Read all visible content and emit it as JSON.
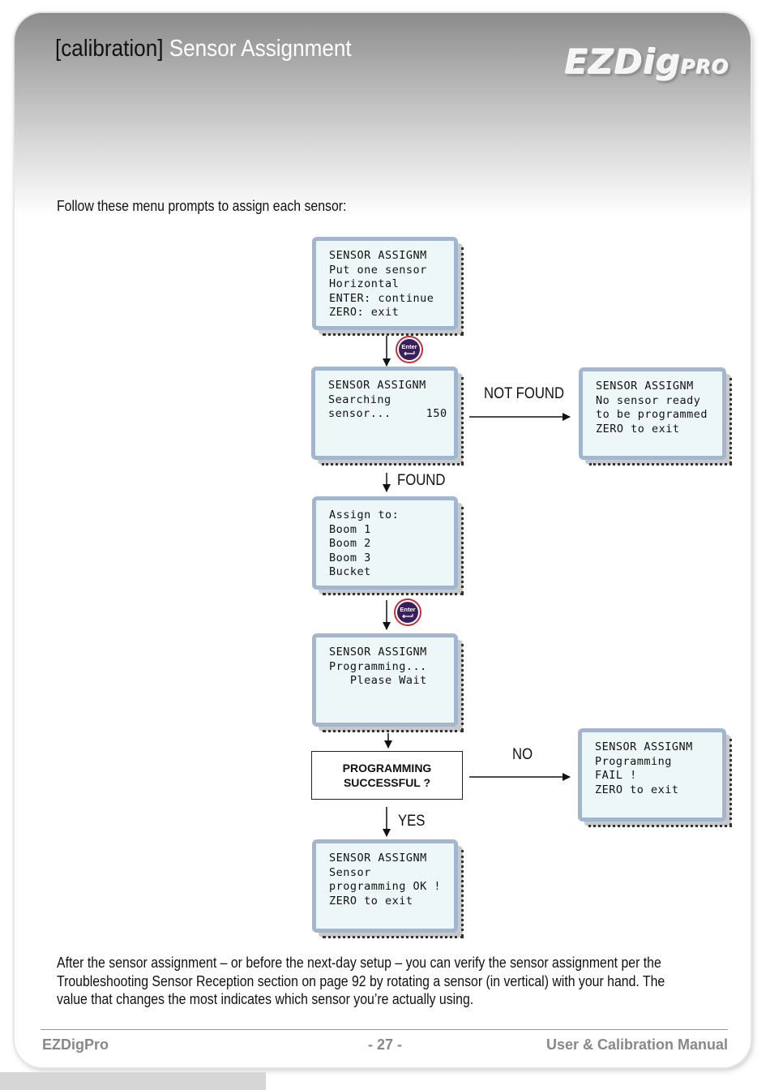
{
  "header": {
    "title_prefix": "[calibration]",
    "title_main": "Sensor Assignment",
    "logo_big": "EZDig",
    "logo_small": "PRO"
  },
  "intro": "Follow these menu prompts to assign each sensor:",
  "screens": {
    "s1": [
      "SENSOR ASSIGNM",
      "Put one sensor",
      "Horizontal",
      "ENTER: continue",
      "ZERO: exit"
    ],
    "s2": [
      "SENSOR ASSIGNM",
      "Searching",
      "sensor...     150"
    ],
    "s3": [
      "SENSOR ASSIGNM",
      "No sensor ready",
      "to be programmed",
      "ZERO to exit"
    ],
    "s4": [
      "Assign to:",
      "Boom 1",
      "Boom 2",
      "Boom 3",
      "Bucket"
    ],
    "s5": [
      "SENSOR ASSIGNM",
      "Programming...",
      "   Please Wait"
    ],
    "s6": [
      "SENSOR ASSIGNM",
      "Programming",
      "FAIL !",
      "ZERO to exit"
    ],
    "s7": [
      "SENSOR ASSIGNM",
      "Sensor",
      "programming OK !",
      "ZERO to exit"
    ]
  },
  "labels": {
    "not_found": "NOT FOUND",
    "found": "FOUND",
    "no": "NO",
    "yes": "YES",
    "enter_key": "Enter"
  },
  "decision": [
    "PROGRAMMING",
    "SUCCESSFUL ?"
  ],
  "outro": "After the sensor assignment – or before the next-day setup – you can verify the sensor assignment per the Troubleshooting Sensor Reception section on page 92 by rotating a sensor (in vertical) with your hand. The value that changes the most indicates which sensor you’re actually using.",
  "footer": {
    "left": "EZDigPro",
    "center": "- 27 -",
    "right": "User & Calibration Manual"
  }
}
